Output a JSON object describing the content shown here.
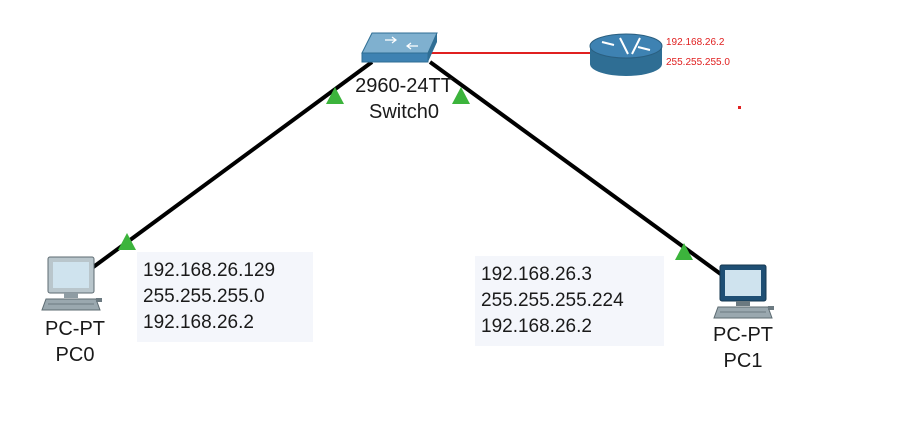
{
  "switch": {
    "model": "2960-24TT",
    "name": "Switch0"
  },
  "router": {
    "ip": "192.168.26.2",
    "mask": "255.255.255.0"
  },
  "pc0": {
    "type": "PC-PT",
    "name": "PC0",
    "ip": "192.168.26.129",
    "mask": "255.255.255.0",
    "gateway": "192.168.26.2"
  },
  "pc1": {
    "type": "PC-PT",
    "name": "PC1",
    "ip": "192.168.26.3",
    "mask": "255.255.255.224",
    "gateway": "192.168.26.2"
  },
  "colors": {
    "link": "#000000",
    "router_link": "#e02020",
    "link_up": "#3cb43c",
    "device": "#3e82b2"
  }
}
